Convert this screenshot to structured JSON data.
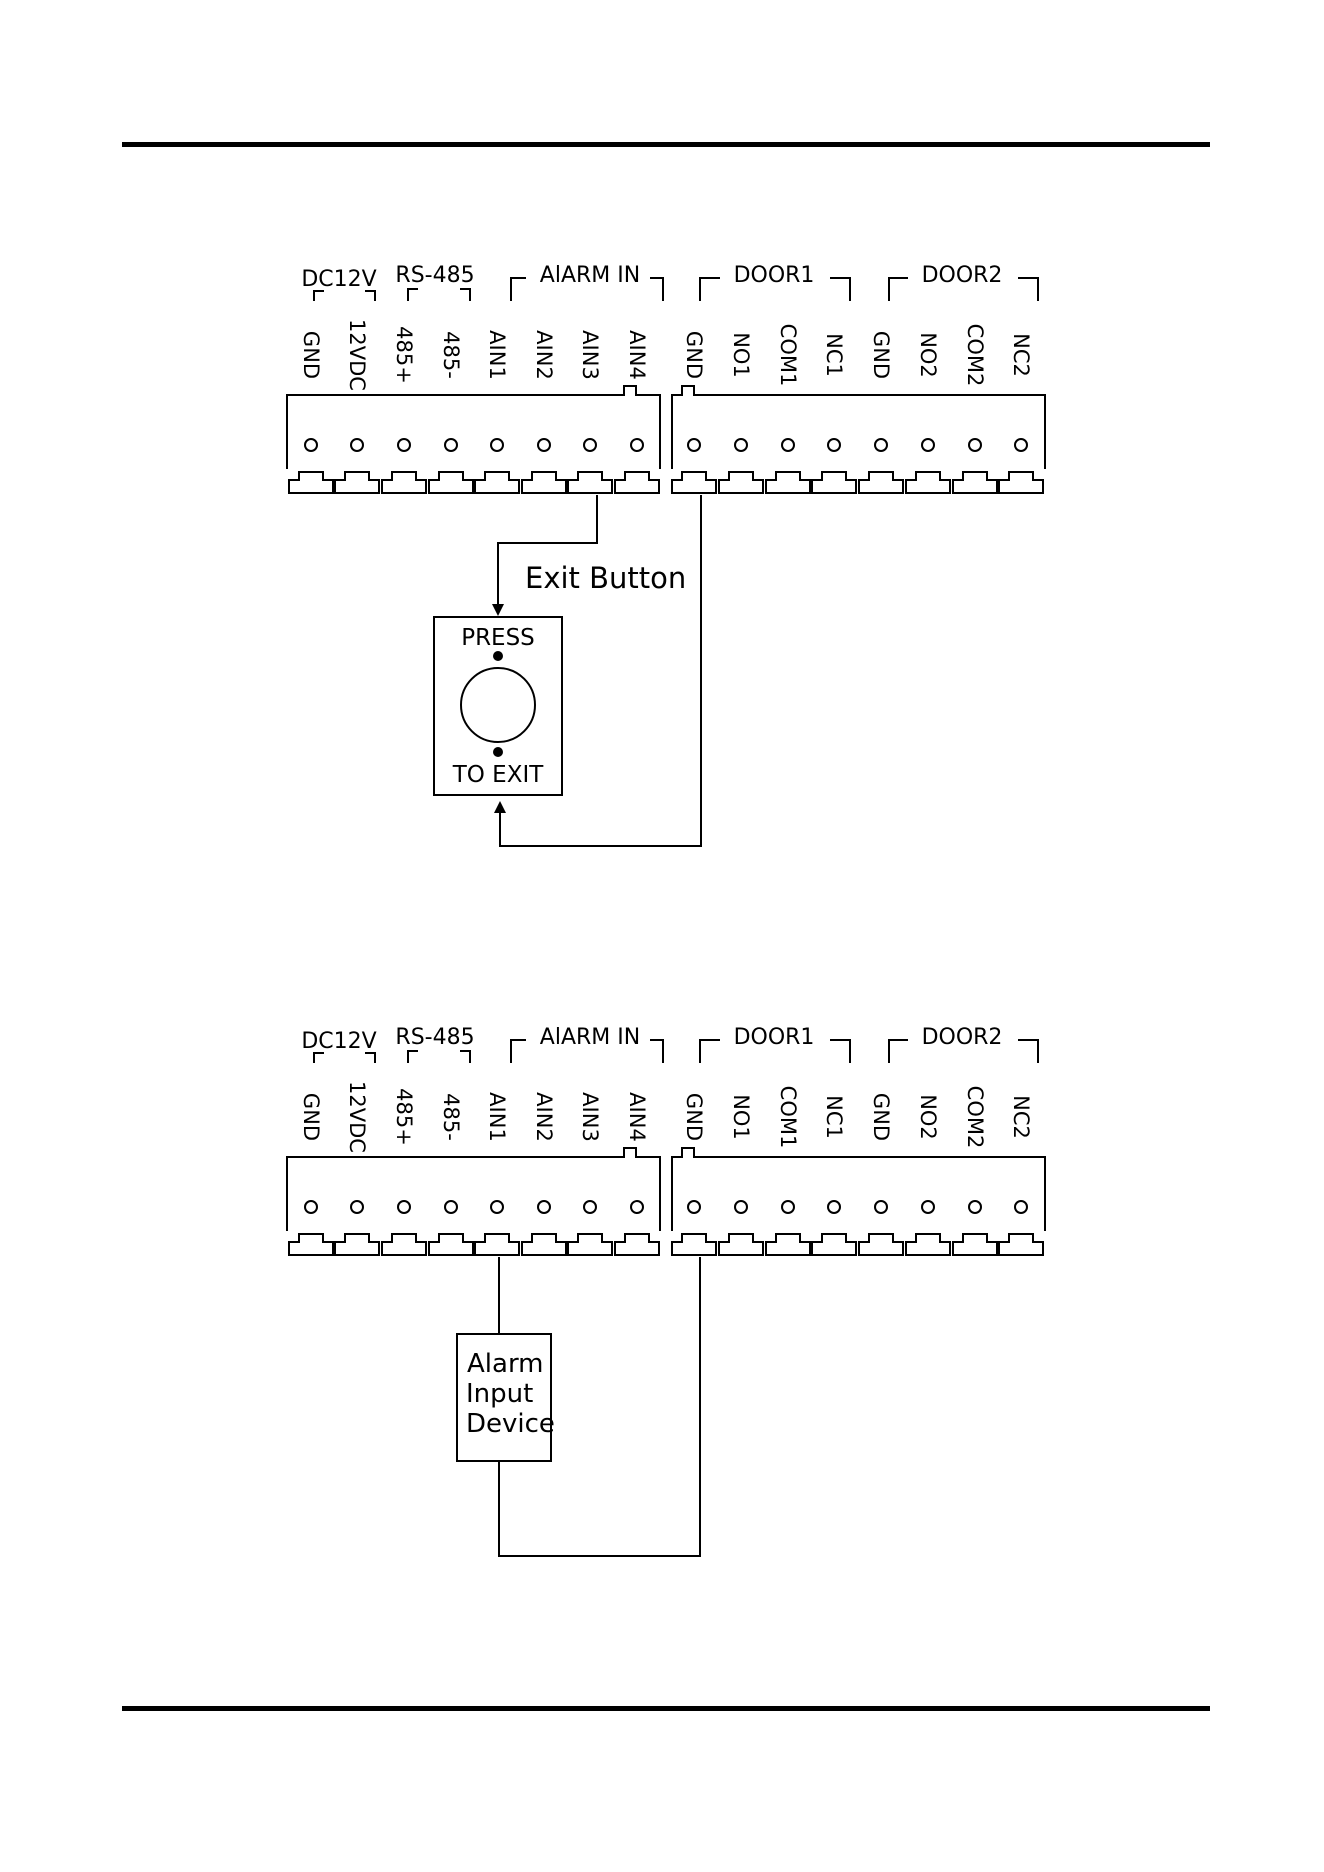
{
  "diagrams": [
    {
      "groups": [
        "DC12V",
        "RS-485",
        "AlARM IN",
        "DOOR1",
        "DOOR2"
      ],
      "left_terminals": [
        "GND",
        "12VDC",
        "485+",
        "485-",
        "AIN1",
        "AIN2",
        "AIN3",
        "AIN4"
      ],
      "right_terminals": [
        "GND",
        "NO1",
        "COM1",
        "NC1",
        "GND",
        "NO2",
        "COM2",
        "NC2"
      ],
      "device": {
        "caption": "Exit Button",
        "top_text": "PRESS",
        "bottom_text": "TO EXIT",
        "wired_to": [
          "AIN3",
          "GND"
        ]
      }
    },
    {
      "groups": [
        "DC12V",
        "RS-485",
        "AlARM IN",
        "DOOR1",
        "DOOR2"
      ],
      "left_terminals": [
        "GND",
        "12VDC",
        "485+",
        "485-",
        "AIN1",
        "AIN2",
        "AIN3",
        "AIN4"
      ],
      "right_terminals": [
        "GND",
        "NO1",
        "COM1",
        "NC1",
        "GND",
        "NO2",
        "COM2",
        "NC2"
      ],
      "device": {
        "lines": [
          "Alarm",
          "Input",
          "Device"
        ],
        "wired_to": [
          "AIN1",
          "GND"
        ]
      }
    }
  ]
}
